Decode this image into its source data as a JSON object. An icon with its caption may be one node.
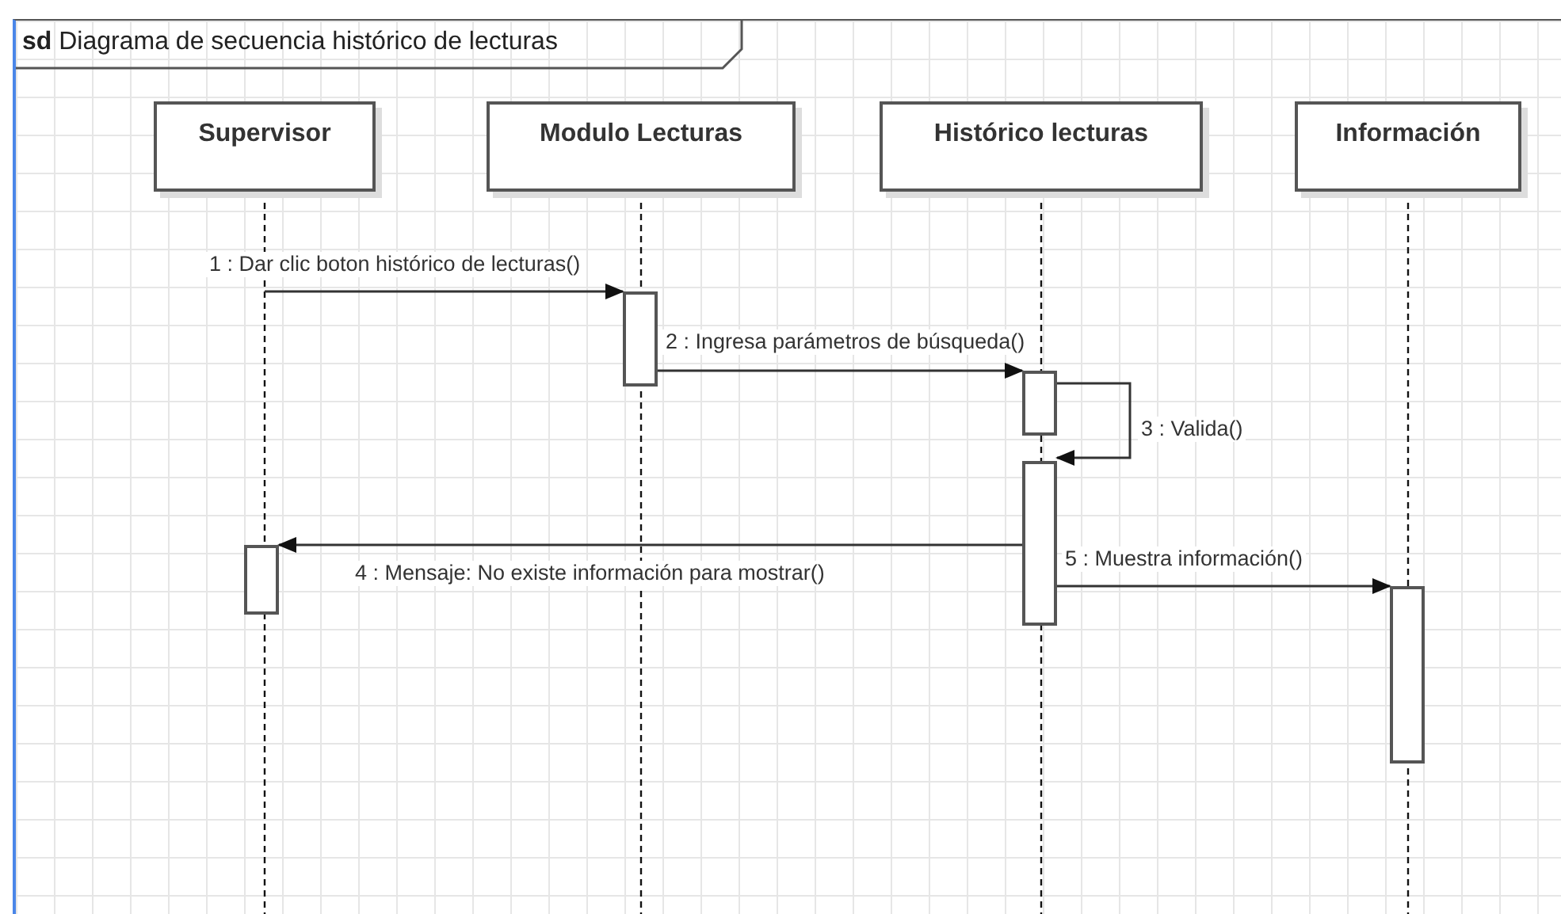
{
  "diagram": {
    "nodes": [
      {
        "text": [
          "**sd** Diagrama de secuencia histórico de lecturas"
        ]
      },
      {
        "text": [
          "Supervisor"
        ],
        "in": 0
      },
      {
        "text": [
          "Modulo Lecturas"
        ],
        "in": 0
      },
      {
        "text": [
          "Histórico lecturas"
        ],
        "in": 0
      },
      {
        "text": [
          "Información"
        ],
        "in": 0
      },
      {
        "text": [],
        "shape": "bar",
        "in": 0
      },
      {
        "text": [],
        "shape": "bar",
        "in": 0
      },
      {
        "text": [],
        "shape": "bar",
        "in": 0
      },
      {
        "text": [],
        "shape": "bar",
        "in": 0
      },
      {
        "text": [],
        "shape": "bar",
        "in": 0
      }
    ],
    "edges": [
      {
        "from": null,
        "to": 6,
        "arrow": "to",
        "label": "1 : Dar clic boton histórico de lecturas()"
      },
      {
        "from": 6,
        "to": 7,
        "arrow": "to",
        "label": "2 : Ingresa parámetros de búsqueda()"
      },
      {
        "from": 7,
        "to": 8,
        "arrow": "to",
        "label": "3 : Valida()"
      },
      {
        "from": 8,
        "to": 5,
        "arrow": "to",
        "label": "4 : Mensaje: No existe información para mostrar()"
      },
      {
        "from": 8,
        "to": 9,
        "arrow": "to",
        "label": "5 : Muestra información()"
      }
    ]
  }
}
